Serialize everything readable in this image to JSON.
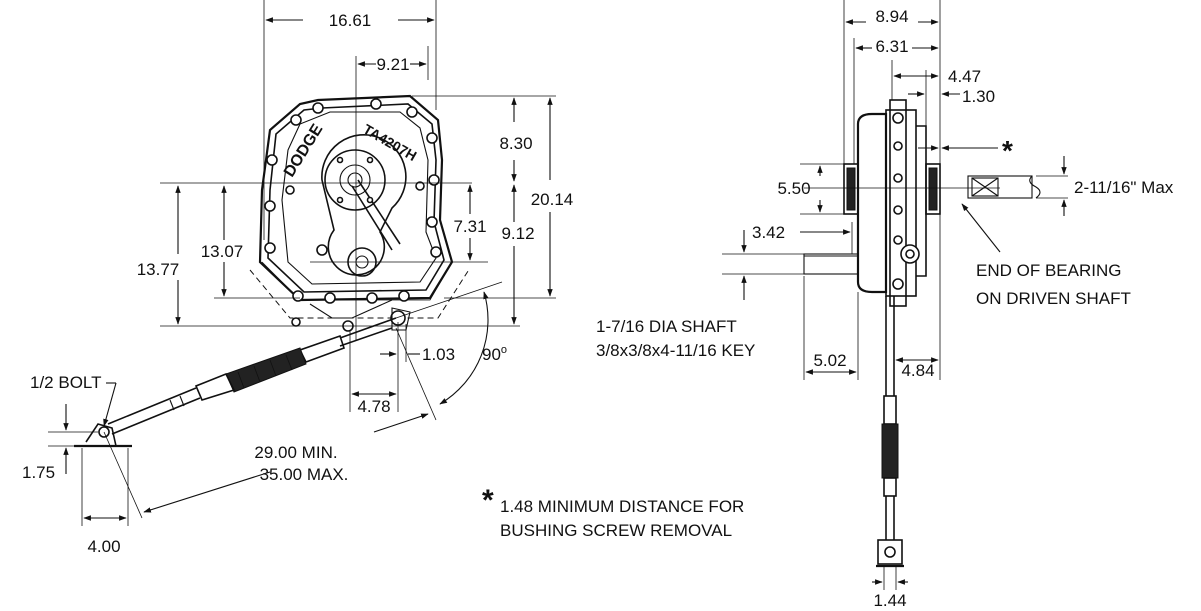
{
  "brand": {
    "maker": "DODGE",
    "model": "TA4207H"
  },
  "dimensions": {
    "width_overall": "16.61",
    "offset_9_21": "9.21",
    "height_8_30": "8.30",
    "height_20_14": "20.14",
    "height_7_31": "7.31",
    "height_9_12": "9.12",
    "height_13_07": "13.07",
    "height_13_77": "13.77",
    "d_1_03": "1.03",
    "d_4_78": "4.78",
    "angle_90": "90",
    "deg_symbol": "o",
    "bolt_label": "1/2 BOLT",
    "d_1_75": "1.75",
    "d_4_00": "4.00",
    "rod_min": "29.00 MIN.",
    "rod_max": "35.00 MAX.",
    "side_8_94": "8.94",
    "side_6_31": "6.31",
    "side_4_47": "4.47",
    "side_1_30": "1.30",
    "side_5_50": "5.50",
    "side_3_42": "3.42",
    "side_5_02": "5.02",
    "side_4_84": "4.84",
    "side_1_44": "1.44",
    "max_bore": "2-11/16\" Max",
    "shaft_line1": "1-7/16 DIA SHAFT",
    "shaft_line2": "3/8x3/8x4-11/16 KEY",
    "bearing_line1": "END OF BEARING",
    "bearing_line2": "ON DRIVEN SHAFT",
    "asterisk": "*",
    "note_line1": "1.48 MINIMUM DISTANCE FOR",
    "note_line2": "BUSHING SCREW REMOVAL"
  }
}
